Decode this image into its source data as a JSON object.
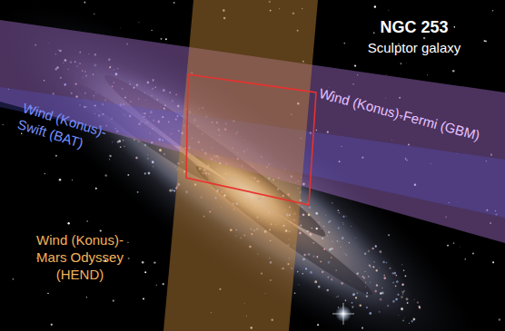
{
  "diagram": {
    "labels": [
      "NGC 253",
      "Sculptor galaxy",
      "Wind (Konus)-Fermi (GBM)",
      "Wind (Konus)- Swift (BAT)",
      "Wind (Konus)- Mars Odyssey (HEND)"
    ]
  }
}
